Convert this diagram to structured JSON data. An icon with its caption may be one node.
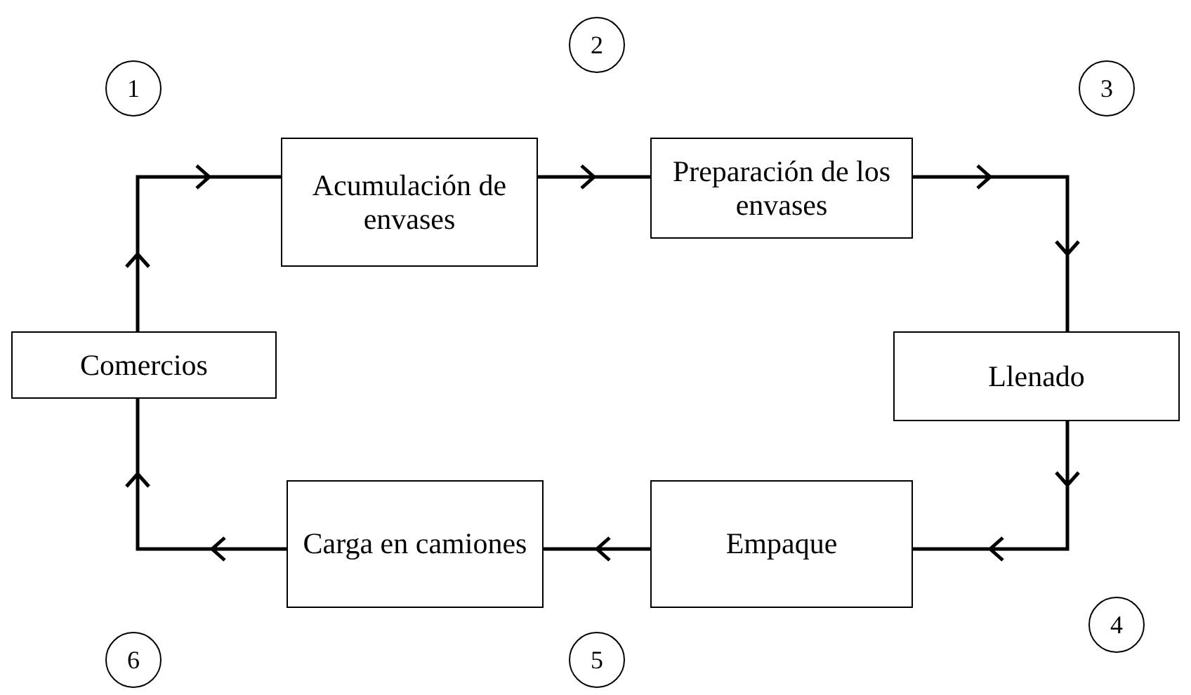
{
  "diagram": {
    "nodes": [
      {
        "text": [
          "Comercios"
        ]
      },
      {
        "text": [
          "Acumulación de envases"
        ]
      },
      {
        "text": [
          "Preparación de los envases"
        ]
      },
      {
        "text": [
          "Llenado"
        ]
      },
      {
        "text": [
          "Empaque"
        ]
      },
      {
        "text": [
          "Carga en camiones"
        ]
      },
      {
        "text": [
          "1"
        ]
      },
      {
        "text": [
          "2"
        ]
      },
      {
        "text": [
          "3"
        ]
      },
      {
        "text": [
          "4"
        ]
      },
      {
        "text": [
          "5"
        ]
      },
      {
        "text": [
          "6"
        ]
      }
    ],
    "edges": [
      {
        "from": 0,
        "to": 1,
        "arrow": "to"
      },
      {
        "from": 1,
        "to": 2,
        "arrow": "to"
      },
      {
        "from": 2,
        "to": 3,
        "arrow": "to"
      },
      {
        "from": 3,
        "to": 4,
        "arrow": "to"
      },
      {
        "from": 4,
        "to": 5,
        "arrow": "to"
      },
      {
        "from": 5,
        "to": 0,
        "arrow": "to"
      }
    ]
  }
}
